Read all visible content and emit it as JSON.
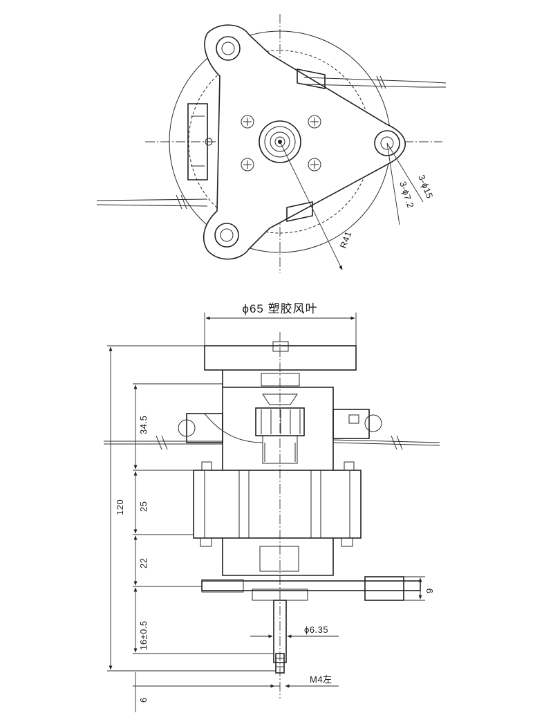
{
  "top_view": {
    "labels": {
      "hole_small": "3-ϕ15",
      "hole_large": "3-ϕ7.2",
      "radius": "R41"
    }
  },
  "side_view": {
    "fan_label": "ϕ65 塑胶风叶",
    "dims": {
      "total_height": "120",
      "d1": "34.5",
      "d2": "25",
      "d3": "22",
      "d4": "16±0.5",
      "d5": "6",
      "plate": "9",
      "shaft": "ϕ6.35",
      "thread": "M4左"
    }
  }
}
